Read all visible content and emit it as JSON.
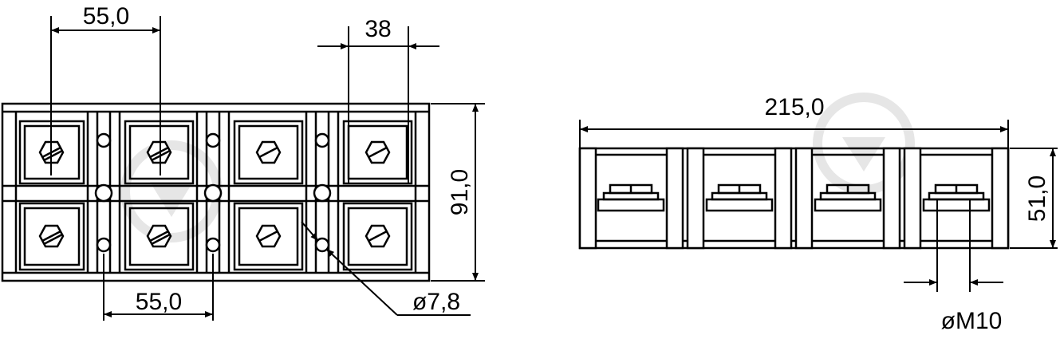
{
  "front_view": {
    "dim_pitch_top": "55,0",
    "dim_terminal_width": "38",
    "dim_height": "91,0",
    "dim_pitch_bottom": "55,0",
    "dim_hole": "ø7,8"
  },
  "side_view": {
    "dim_length": "215,0",
    "dim_height": "51,0",
    "dim_thread": "øM10"
  },
  "colors": {
    "line": "#000000",
    "watermark": "#e6e6e6"
  },
  "icons": {
    "watermark": "watermark-logo-icon"
  }
}
